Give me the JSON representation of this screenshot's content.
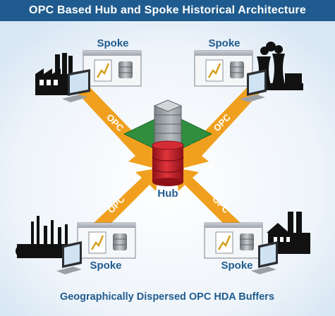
{
  "header": {
    "title": "OPC Based Hub and Spoke Historical Architecture"
  },
  "hub": {
    "label": "Hub"
  },
  "spokes": [
    {
      "label": "Spoke",
      "arrow_label": "OPC"
    },
    {
      "label": "Spoke",
      "arrow_label": "OPC"
    },
    {
      "label": "Spoke",
      "arrow_label": "OPC"
    },
    {
      "label": "Spoke",
      "arrow_label": "OPC"
    }
  ],
  "footer": {
    "caption": "Geographically Dispersed OPC HDA Buffers"
  },
  "colors": {
    "title_bar": "#1f5b8e",
    "label_blue": "#1f5b8e",
    "arrow_orange": "#f0a01e",
    "arrow_label": "#ffffff",
    "hub_red": "#c0202a",
    "hub_green": "#2f8f3f",
    "background_blue": "#d9e7f4"
  }
}
